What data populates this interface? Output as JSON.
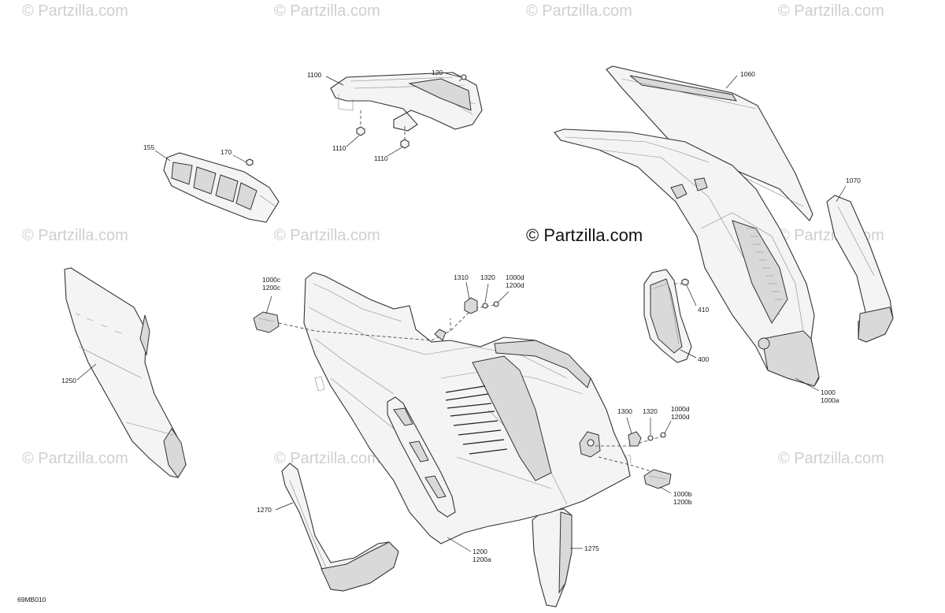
{
  "watermark": {
    "small": "© Partzilla.com",
    "main": "© Partzilla.com"
  },
  "diagram_code": "69MB010",
  "callouts": {
    "c1100": "1100",
    "c120": "120",
    "c1110a": "1110",
    "c1110b": "1110",
    "c155": "155",
    "c170": "170",
    "c1060": "1060",
    "c1070": "1070",
    "c1000c": "1000c",
    "c1200c": "1200c",
    "c1310": "1310",
    "c1320a": "1320",
    "c1000d_a": "1000d",
    "c1200d_a": "1200d",
    "c410": "410",
    "c400": "400",
    "c1000": "1000",
    "c1000a": "1000a",
    "c1250": "1250",
    "c1300": "1300",
    "c1320b": "1320",
    "c1000d_b": "1000d",
    "c1200d_b": "1200d",
    "c1000b": "1000b",
    "c1200b": "1200b",
    "c1270": "1270",
    "c1200": "1200",
    "c1200a": "1200a",
    "c1275": "1275"
  },
  "colors": {
    "line": "#333333",
    "watermark": "#cfcfcf",
    "fill_light": "#f4f4f4",
    "fill_dark": "#d9d9d9"
  }
}
